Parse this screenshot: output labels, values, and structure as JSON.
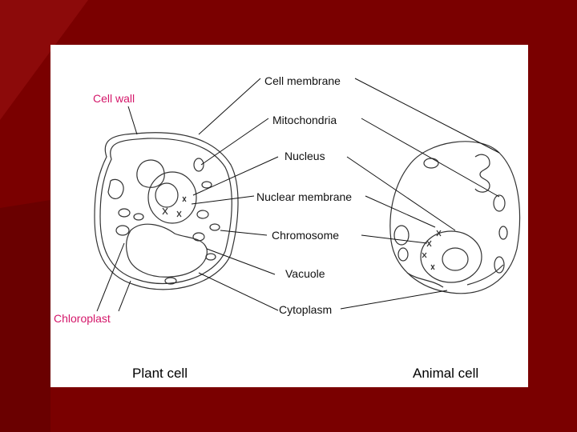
{
  "colors": {
    "background": "#7a0000",
    "panel": "#ffffff",
    "highlight_label": "#d4176a",
    "label": "#111111"
  },
  "labels": {
    "cell_membrane": "Cell membrane",
    "cell_wall": "Cell wall",
    "mitochondria": "Mitochondria",
    "nucleus": "Nucleus",
    "nuclear_membrane": "Nuclear membrane",
    "chromosome": "Chromosome",
    "vacuole": "Vacuole",
    "cytoplasm": "Cytoplasm",
    "chloroplast": "Chloroplast"
  },
  "captions": {
    "plant": "Plant cell",
    "animal": "Animal cell"
  }
}
